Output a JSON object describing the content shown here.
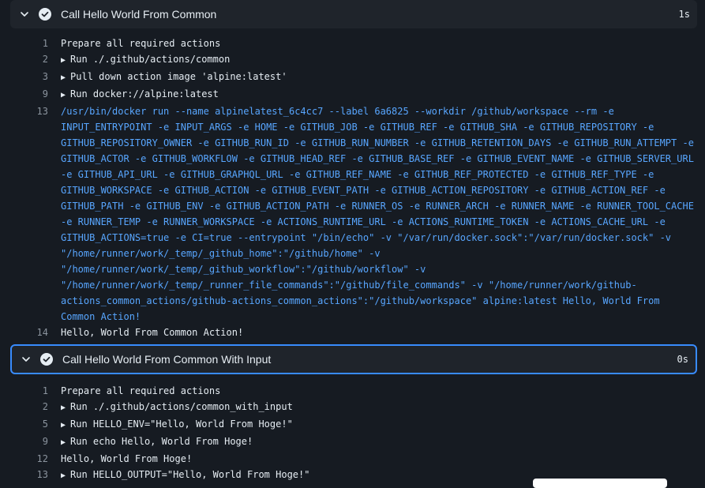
{
  "steps": [
    {
      "title": "Call Hello World From Common",
      "duration": "1s",
      "lines": [
        {
          "num": "1",
          "text": "Prepare all required actions",
          "kind": "plain"
        },
        {
          "num": "2",
          "text": "Run ./.github/actions/common",
          "kind": "group"
        },
        {
          "num": "3",
          "text": "Pull down action image 'alpine:latest'",
          "kind": "group"
        },
        {
          "num": "9",
          "text": "Run docker://alpine:latest",
          "kind": "group"
        },
        {
          "num": "13",
          "text": "/usr/bin/docker run --name alpinelatest_6c4cc7 --label 6a6825 --workdir /github/workspace --rm -e",
          "kind": "cmd"
        },
        {
          "num": "",
          "text": "INPUT_ENTRYPOINT -e INPUT_ARGS -e HOME -e GITHUB_JOB -e GITHUB_REF -e GITHUB_SHA -e GITHUB_REPOSITORY -e",
          "kind": "cmd"
        },
        {
          "num": "",
          "text": "GITHUB_REPOSITORY_OWNER -e GITHUB_RUN_ID -e GITHUB_RUN_NUMBER -e GITHUB_RETENTION_DAYS -e GITHUB_RUN_ATTEMPT -e",
          "kind": "cmd"
        },
        {
          "num": "",
          "text": "GITHUB_ACTOR -e GITHUB_WORKFLOW -e GITHUB_HEAD_REF -e GITHUB_BASE_REF -e GITHUB_EVENT_NAME -e GITHUB_SERVER_URL",
          "kind": "cmd"
        },
        {
          "num": "",
          "text": "-e GITHUB_API_URL -e GITHUB_GRAPHQL_URL -e GITHUB_REF_NAME -e GITHUB_REF_PROTECTED -e GITHUB_REF_TYPE -e",
          "kind": "cmd"
        },
        {
          "num": "",
          "text": "GITHUB_WORKSPACE -e GITHUB_ACTION -e GITHUB_EVENT_PATH -e GITHUB_ACTION_REPOSITORY -e GITHUB_ACTION_REF -e",
          "kind": "cmd"
        },
        {
          "num": "",
          "text": "GITHUB_PATH -e GITHUB_ENV -e GITHUB_ACTION_PATH -e RUNNER_OS -e RUNNER_ARCH -e RUNNER_NAME -e RUNNER_TOOL_CACHE",
          "kind": "cmd"
        },
        {
          "num": "",
          "text": "-e RUNNER_TEMP -e RUNNER_WORKSPACE -e ACTIONS_RUNTIME_URL -e ACTIONS_RUNTIME_TOKEN -e ACTIONS_CACHE_URL -e",
          "kind": "cmd"
        },
        {
          "num": "",
          "text": "GITHUB_ACTIONS=true -e CI=true --entrypoint \"/bin/echo\" -v \"/var/run/docker.sock\":\"/var/run/docker.sock\" -v",
          "kind": "cmd"
        },
        {
          "num": "",
          "text": "\"/home/runner/work/_temp/_github_home\":\"/github/home\" -v",
          "kind": "cmd"
        },
        {
          "num": "",
          "text": "\"/home/runner/work/_temp/_github_workflow\":\"/github/workflow\" -v",
          "kind": "cmd"
        },
        {
          "num": "",
          "text": "\"/home/runner/work/_temp/_runner_file_commands\":\"/github/file_commands\" -v \"/home/runner/work/github-",
          "kind": "cmd"
        },
        {
          "num": "",
          "text": "actions_common_actions/github-actions_common_actions\":\"/github/workspace\" alpine:latest Hello, World From",
          "kind": "cmd"
        },
        {
          "num": "",
          "text": "Common Action!",
          "kind": "cmd"
        },
        {
          "num": "14",
          "text": "Hello, World From Common Action!",
          "kind": "plain"
        }
      ]
    },
    {
      "title": "Call Hello World From Common With Input",
      "duration": "0s",
      "lines": [
        {
          "num": "1",
          "text": "Prepare all required actions",
          "kind": "plain"
        },
        {
          "num": "2",
          "text": "Run ./.github/actions/common_with_input",
          "kind": "group"
        },
        {
          "num": "5",
          "text": "Run HELLO_ENV=\"Hello, World From Hoge!\"",
          "kind": "group"
        },
        {
          "num": "9",
          "text": "Run echo Hello, World From Hoge!",
          "kind": "group"
        },
        {
          "num": "12",
          "text": "Hello, World From Hoge!",
          "kind": "plain"
        },
        {
          "num": "13",
          "text": "Run HELLO_OUTPUT=\"Hello, World From Hoge!\"",
          "kind": "group"
        }
      ]
    }
  ],
  "colors": {
    "background": "#161b22",
    "header": "#1f242b",
    "command": "#58a6ff",
    "line_number": "#8b949e",
    "selected_border": "#388bfd"
  },
  "icons": {
    "collapse": "chevron-down-icon",
    "status": "check-circle-fill-icon",
    "group": "triangle-right-icon"
  }
}
